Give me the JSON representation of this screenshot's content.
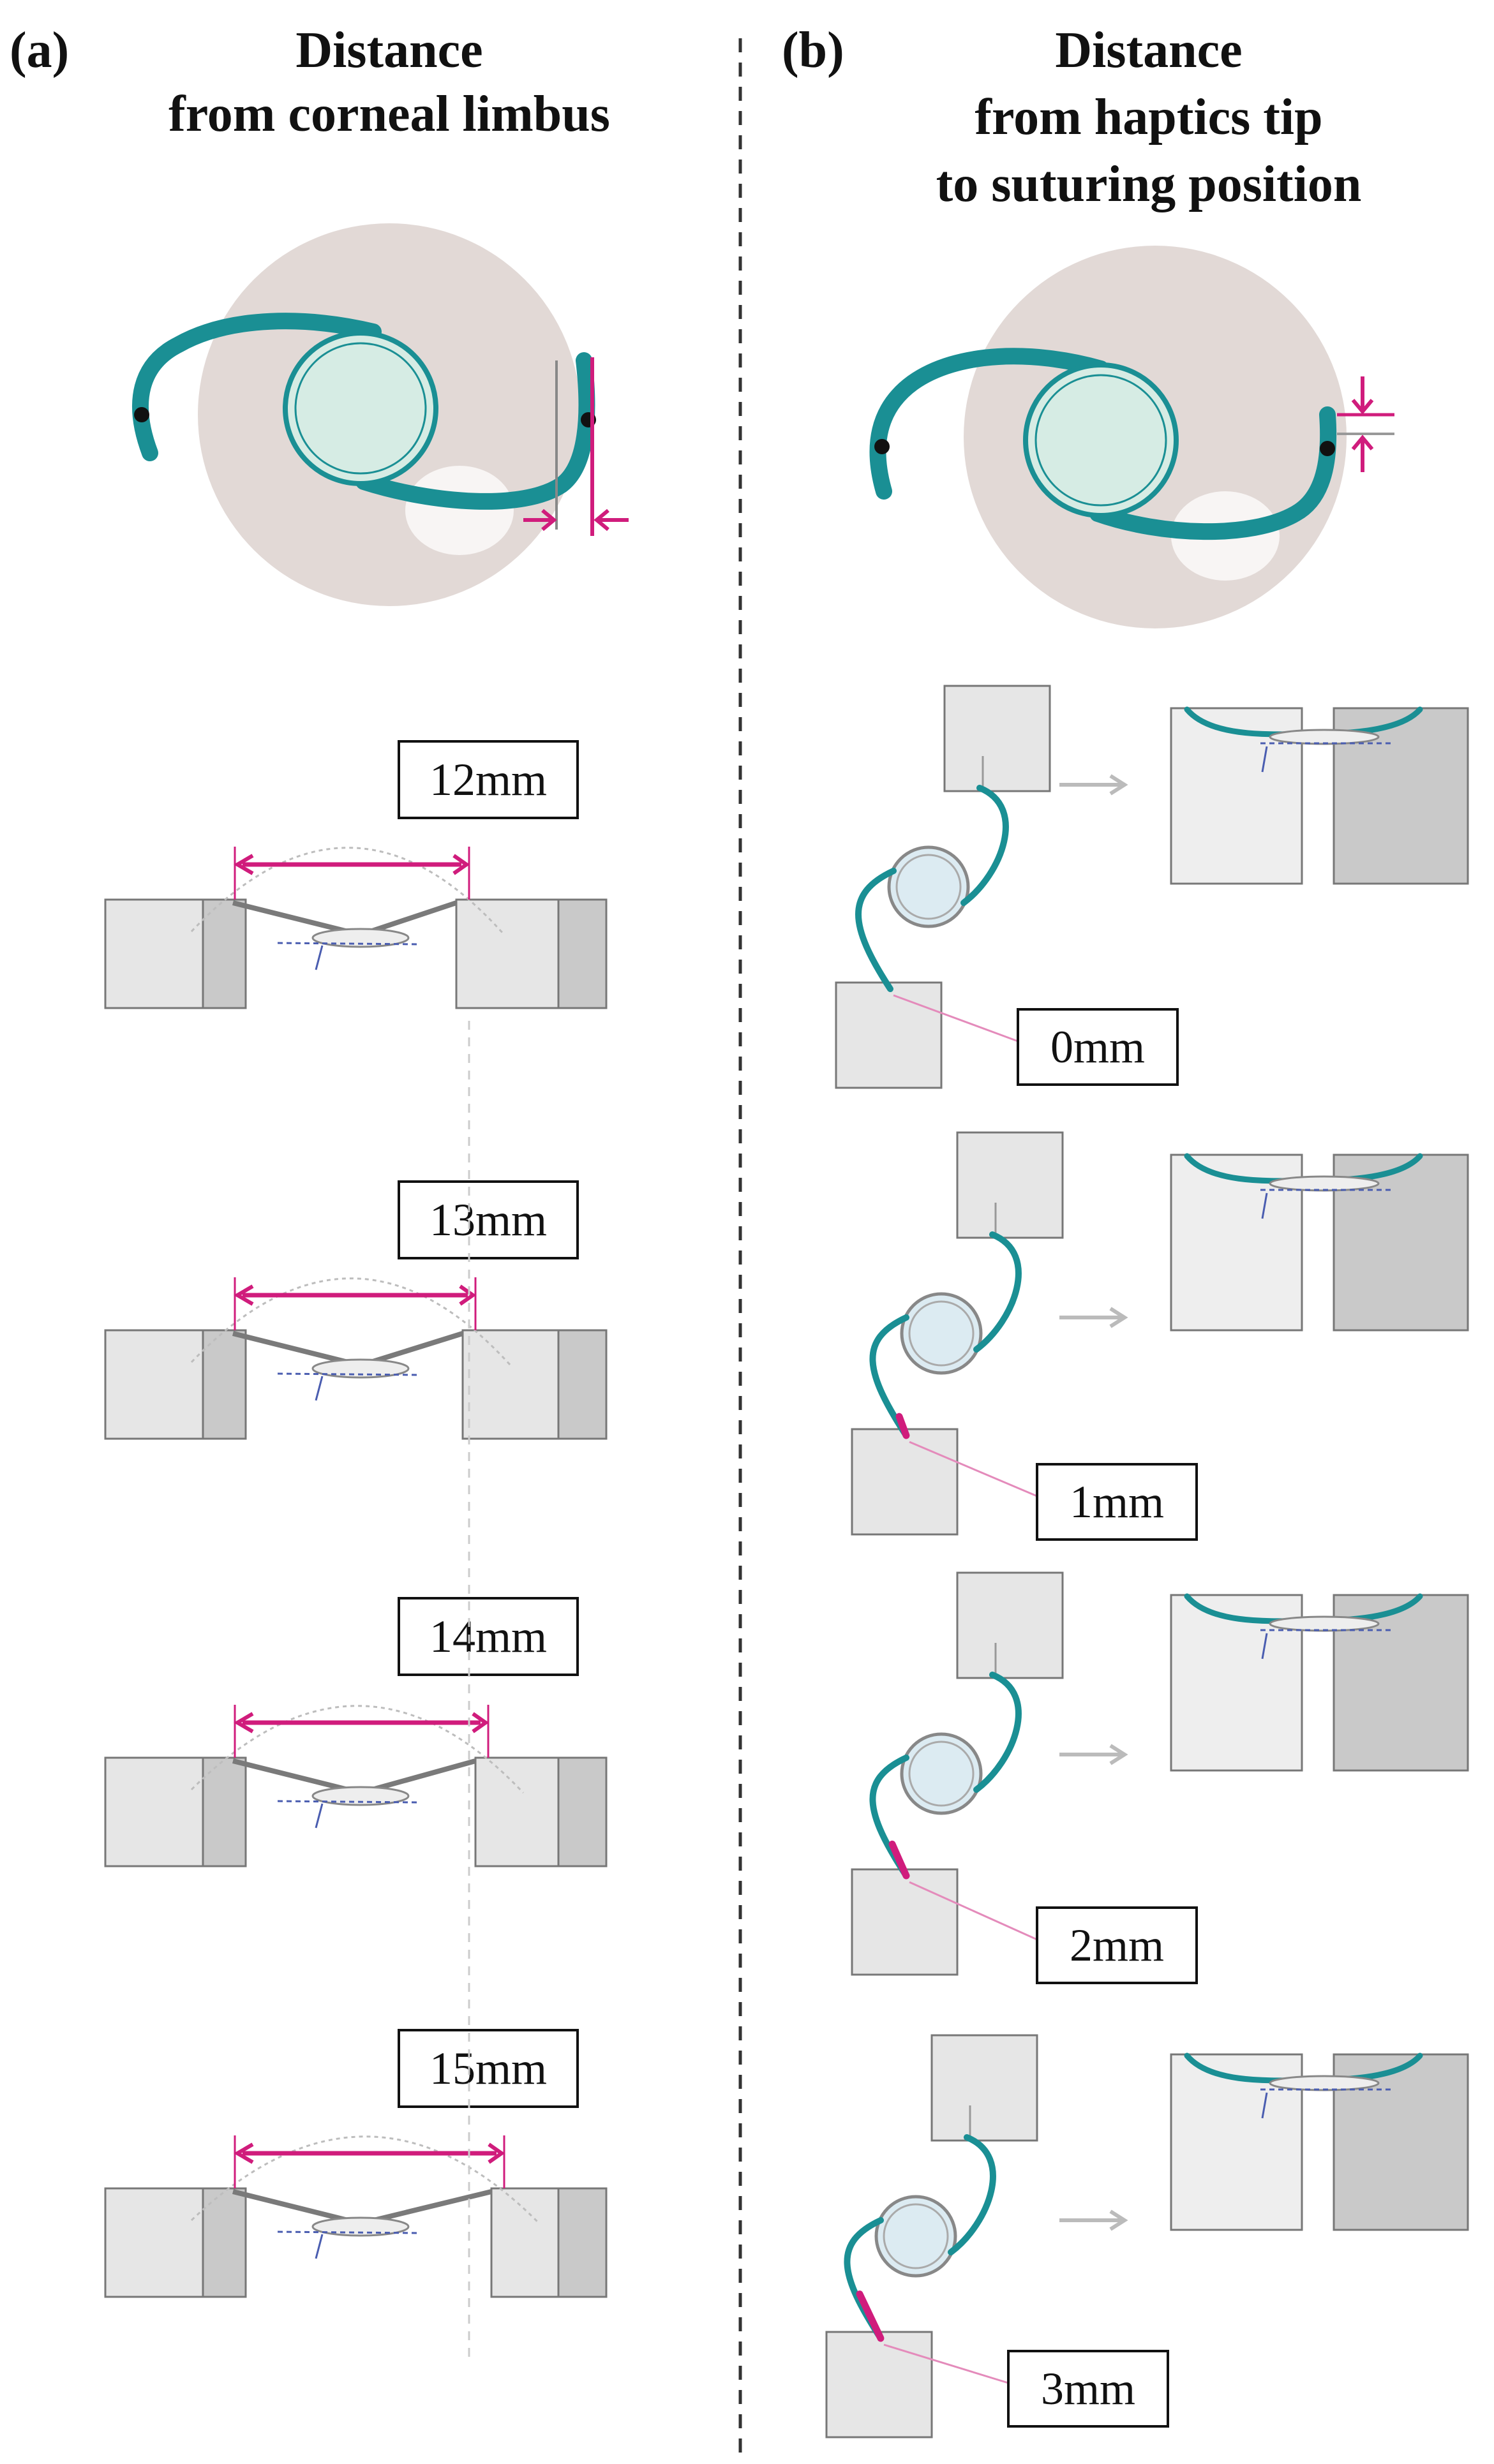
{
  "panel_a": {
    "label": "(a)",
    "heading_lines": [
      "Distance",
      "from corneal limbus"
    ],
    "cases": [
      {
        "value_label": "12mm"
      },
      {
        "value_label": "13mm"
      },
      {
        "value_label": "14mm"
      },
      {
        "value_label": "15mm"
      }
    ]
  },
  "panel_b": {
    "label": "(b)",
    "heading_lines": [
      "Distance",
      "from haptics tip",
      "to suturing position"
    ],
    "cases": [
      {
        "value_label": "0mm"
      },
      {
        "value_label": "1mm"
      },
      {
        "value_label": "2mm"
      },
      {
        "value_label": "3mm"
      }
    ]
  },
  "colors": {
    "haptic_teal": "#1a8f94",
    "measure_magenta": "#d01c7c",
    "eye_background": "#e2d9d6",
    "optic_fill": "#d6ece4",
    "block_light": "#e6e6e6",
    "block_dark": "#c9c9c9",
    "outline": "#777777",
    "dashed_blue": "#4a5db0"
  }
}
